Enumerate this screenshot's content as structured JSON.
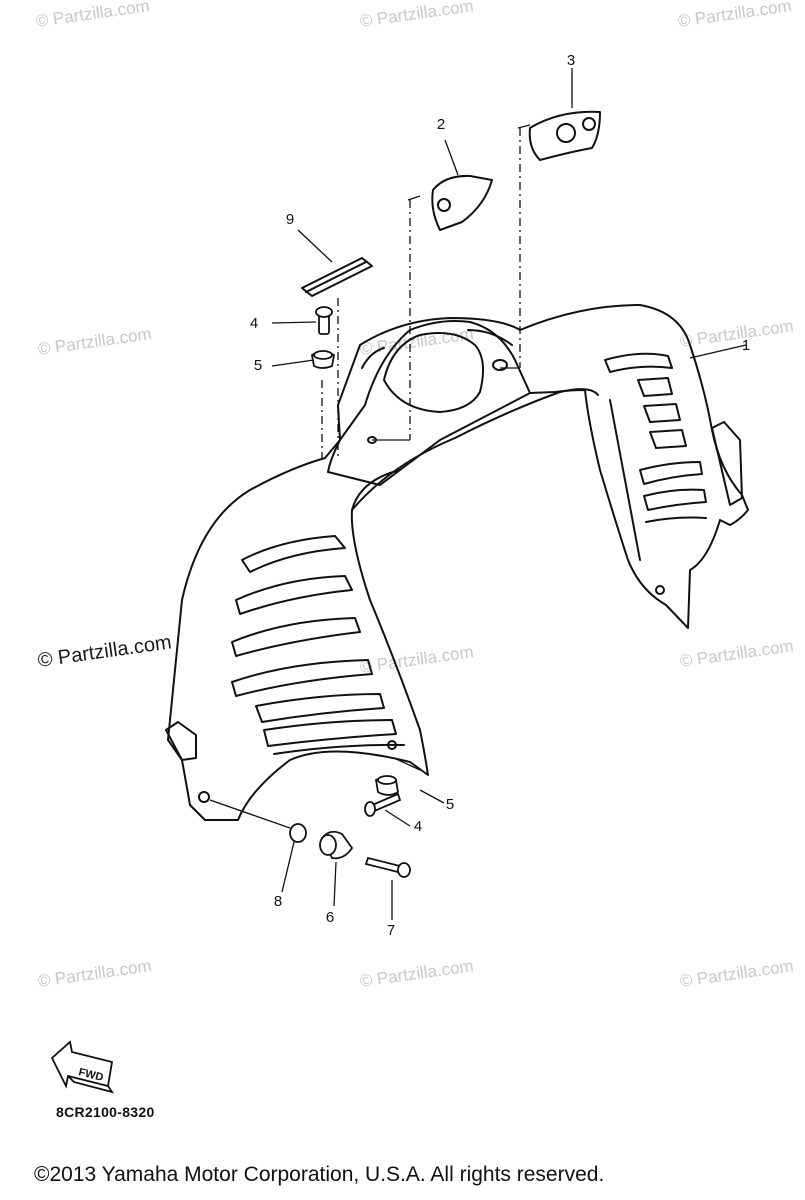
{
  "watermark": "© Partzilla.com",
  "callouts": [
    {
      "id": "c1",
      "label": "1"
    },
    {
      "id": "c2",
      "label": "2"
    },
    {
      "id": "c3",
      "label": "3"
    },
    {
      "id": "c4a",
      "label": "4"
    },
    {
      "id": "c4b",
      "label": "4"
    },
    {
      "id": "c5a",
      "label": "5"
    },
    {
      "id": "c5b",
      "label": "5"
    },
    {
      "id": "c6",
      "label": "6"
    },
    {
      "id": "c7",
      "label": "7"
    },
    {
      "id": "c8",
      "label": "8"
    },
    {
      "id": "c9",
      "label": "9"
    }
  ],
  "fwd_label": "FWD",
  "diagram_code": "8CR2100-8320",
  "copyright": "©2013  Yamaha Motor Corporation, U.S.A. All rights reserved."
}
